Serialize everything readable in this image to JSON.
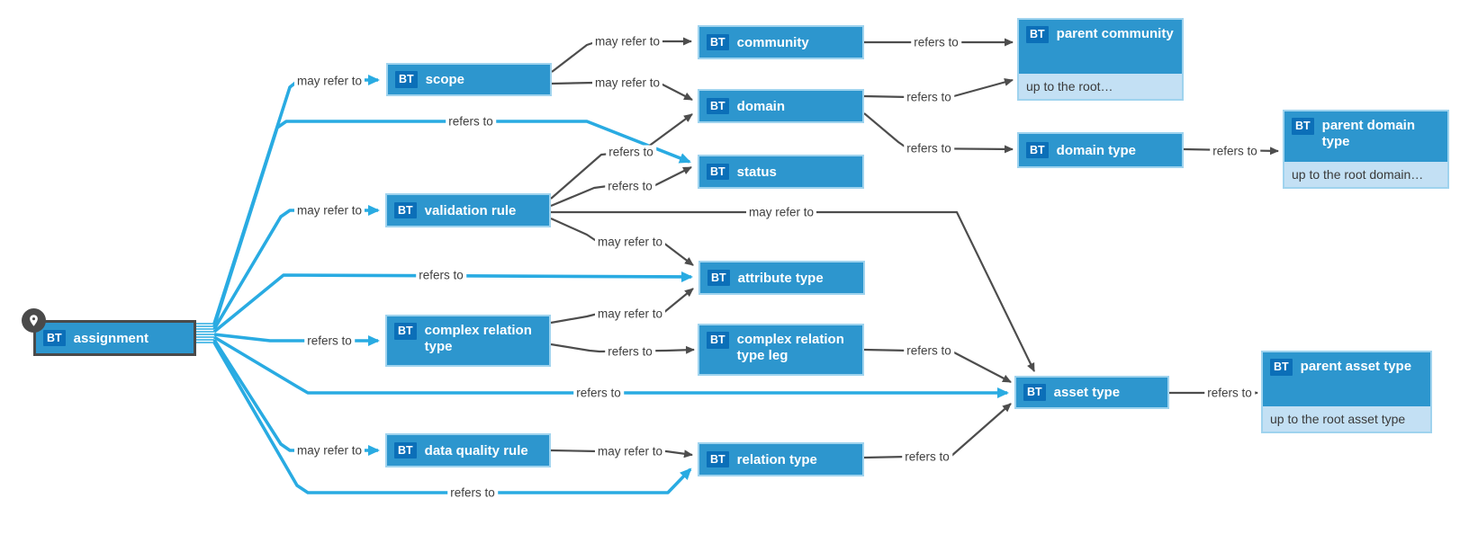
{
  "diagram_type": "traceability-diagram",
  "badge": "BT",
  "colors": {
    "node_fill": "#2d96ce",
    "node_border": "#9fd3ee",
    "badge_fill": "#0b6fb8",
    "sub_fill": "#c3e0f4",
    "edge_gray": "#4d4d4d",
    "edge_blue": "#29abe2",
    "selected_border": "#4a4a4a",
    "label_text": "#3f3f3f"
  },
  "nodes": [
    {
      "label": "assignment",
      "selected": true
    },
    {
      "label": "scope"
    },
    {
      "label": "community"
    },
    {
      "label": "domain"
    },
    {
      "label": "status"
    },
    {
      "label": "validation rule"
    },
    {
      "label": "attribute type"
    },
    {
      "label": "complex relation type"
    },
    {
      "label": "complex relation type leg"
    },
    {
      "label": "data quality rule"
    },
    {
      "label": "relation type"
    },
    {
      "label": "domain type"
    },
    {
      "label": "asset type"
    },
    {
      "label": "parent community",
      "sub": "up to the root…"
    },
    {
      "label": "parent domain type",
      "sub": "up to the root domain…"
    },
    {
      "label": "parent asset type",
      "sub": "up to the root asset type"
    }
  ],
  "edges": [
    {
      "label": "may refer to",
      "from": "assignment",
      "to": "scope",
      "color": "blue"
    },
    {
      "label": "refers to",
      "from": "assignment",
      "to": "status",
      "color": "blue"
    },
    {
      "label": "may refer to",
      "from": "assignment",
      "to": "validation rule",
      "color": "blue"
    },
    {
      "label": "refers to",
      "from": "assignment",
      "to": "attribute type",
      "color": "blue"
    },
    {
      "label": "refers to",
      "from": "assignment",
      "to": "complex relation type",
      "color": "blue"
    },
    {
      "label": "refers to",
      "from": "assignment",
      "to": "asset type",
      "color": "blue"
    },
    {
      "label": "may refer to",
      "from": "assignment",
      "to": "data quality rule",
      "color": "blue"
    },
    {
      "label": "refers to",
      "from": "assignment",
      "to": "relation type",
      "color": "blue"
    },
    {
      "label": "may refer to",
      "from": "scope",
      "to": "community",
      "color": "gray"
    },
    {
      "label": "may refer to",
      "from": "scope",
      "to": "domain",
      "color": "gray"
    },
    {
      "label": "refers to",
      "from": "community",
      "to": "parent community",
      "color": "gray"
    },
    {
      "label": "refers to",
      "from": "domain",
      "to": "parent community",
      "color": "gray"
    },
    {
      "label": "refers to",
      "from": "domain",
      "to": "domain type",
      "color": "gray"
    },
    {
      "label": "refers to",
      "from": "domain type",
      "to": "parent domain type",
      "color": "gray"
    },
    {
      "label": "refers to",
      "from": "validation rule",
      "to": "domain",
      "color": "gray"
    },
    {
      "label": "refers to",
      "from": "validation rule",
      "to": "status",
      "color": "gray"
    },
    {
      "label": "may refer to",
      "from": "validation rule",
      "to": "asset type",
      "color": "gray"
    },
    {
      "label": "may refer to",
      "from": "validation rule",
      "to": "attribute type",
      "color": "gray"
    },
    {
      "label": "may refer to",
      "from": "complex relation type",
      "to": "attribute type",
      "color": "gray"
    },
    {
      "label": "refers to",
      "from": "complex relation type",
      "to": "complex relation type leg",
      "color": "gray"
    },
    {
      "label": "refers to",
      "from": "complex relation type leg",
      "to": "asset type",
      "color": "gray"
    },
    {
      "label": "may refer to",
      "from": "data quality rule",
      "to": "relation type",
      "color": "gray"
    },
    {
      "label": "refers to",
      "from": "relation type",
      "to": "asset type",
      "color": "gray"
    },
    {
      "label": "refers to",
      "from": "asset type",
      "to": "parent asset type",
      "color": "gray"
    }
  ]
}
